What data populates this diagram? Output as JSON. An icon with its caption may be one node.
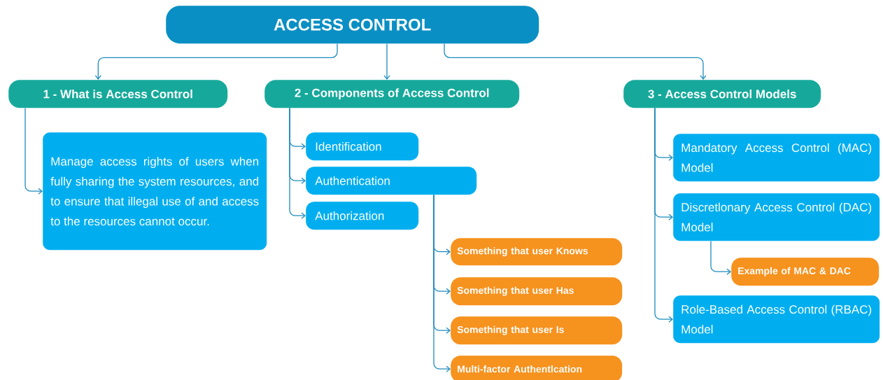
{
  "diagram": {
    "nodes": [
      {
        "text": [
          "ACCESS CONTROL"
        ]
      },
      {
        "text": [
          "1 - What is Access Control"
        ]
      },
      {
        "text": [
          "2 - Components of Access Control"
        ]
      },
      {
        "text": [
          "3 - Access Control Models"
        ]
      },
      {
        "text": [
          "Manage access rights of users when fully sharing the system resources, and to ensure that illegal use of and access to the resources cannot occur."
        ]
      },
      {
        "text": [
          "Identification"
        ]
      },
      {
        "text": [
          "Authentication"
        ]
      },
      {
        "text": [
          "Authorization"
        ]
      },
      {
        "text": [
          "Something that user Knows"
        ]
      },
      {
        "text": [
          "Something that user Has"
        ]
      },
      {
        "text": [
          "Something that user Is"
        ]
      },
      {
        "text": [
          "Multi-factor Authentlcation"
        ]
      },
      {
        "text": [
          "Mandatory Access Control (MAC) Model"
        ]
      },
      {
        "text": [
          "Discretlonary Access Control (DAC) Model"
        ]
      },
      {
        "text": [
          "Example of MAC & DAC"
        ]
      },
      {
        "text": [
          "Role-Based Access Control (RBAC) Model"
        ]
      }
    ],
    "edges": [
      {
        "from": 0,
        "to": 1,
        "arrow": "to"
      },
      {
        "from": 0,
        "to": 2,
        "arrow": "to"
      },
      {
        "from": 0,
        "to": 3,
        "arrow": "to"
      },
      {
        "from": 1,
        "to": 4,
        "arrow": "to"
      },
      {
        "from": 2,
        "to": 5,
        "arrow": "to"
      },
      {
        "from": 2,
        "to": 6,
        "arrow": "to"
      },
      {
        "from": 2,
        "to": 7,
        "arrow": "to"
      },
      {
        "from": 6,
        "to": 8,
        "arrow": "to"
      },
      {
        "from": 6,
        "to": 9,
        "arrow": "to"
      },
      {
        "from": 6,
        "to": 10,
        "arrow": "to"
      },
      {
        "from": 6,
        "to": 11,
        "arrow": "to"
      },
      {
        "from": 3,
        "to": 12,
        "arrow": "to"
      },
      {
        "from": 3,
        "to": 13,
        "arrow": "to"
      },
      {
        "from": 3,
        "to": 15,
        "arrow": "to"
      },
      {
        "from": 13,
        "to": 14,
        "arrow": "to"
      }
    ]
  }
}
